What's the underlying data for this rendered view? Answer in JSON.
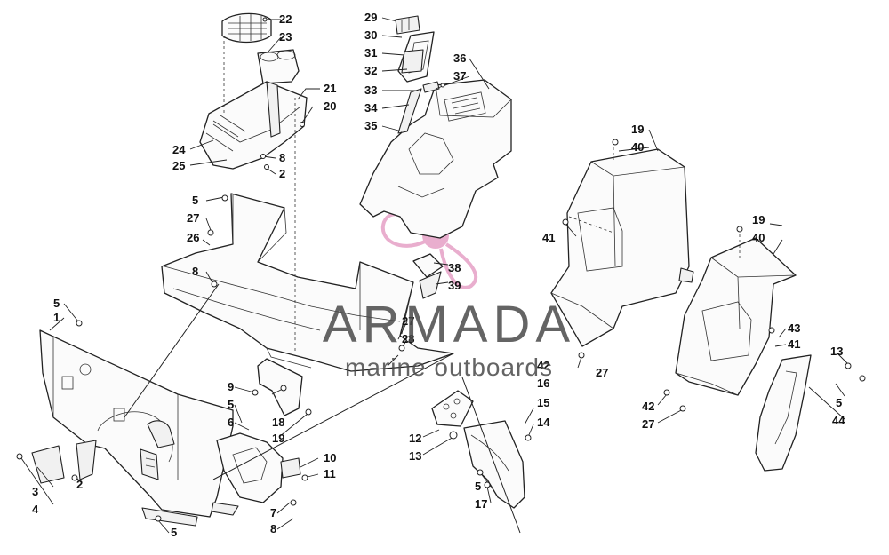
{
  "watermark": {
    "brand": "ARMADA",
    "tagline": "marine outboards",
    "logo_icon": "propeller-logo-icon",
    "logo_color": "#e7a6c9"
  },
  "callouts": {
    "c1": "1",
    "c2a": "2",
    "c2b": "2",
    "c3": "3",
    "c4": "4",
    "c5a": "5",
    "c5b": "5",
    "c5c": "5",
    "c5d": "5",
    "c5e": "5",
    "c5f": "5",
    "c6": "6",
    "c7": "7",
    "c8a": "8",
    "c8b": "8",
    "c8c": "8",
    "c9": "9",
    "c10": "10",
    "c11": "11",
    "c12": "12",
    "c13a": "13",
    "c13b": "13",
    "c14": "14",
    "c15": "15",
    "c16": "16",
    "c17": "17",
    "c18": "18",
    "c19a": "19",
    "c19b": "19",
    "c19c": "19",
    "c20": "20",
    "c21": "21",
    "c22": "22",
    "c23": "23",
    "c24": "24",
    "c25": "25",
    "c26": "26",
    "c27a": "27",
    "c27b": "27",
    "c27c": "27",
    "c27d": "27",
    "c28": "28",
    "c29": "29",
    "c30": "30",
    "c31": "31",
    "c32": "32",
    "c33": "33",
    "c34": "34",
    "c35": "35",
    "c36": "36",
    "c37": "37",
    "c38": "38",
    "c39": "39",
    "c40a": "40",
    "c40b": "40",
    "c41a": "41",
    "c41b": "41",
    "c42a": "42",
    "c42b": "42",
    "c43": "43",
    "c44": "44"
  }
}
